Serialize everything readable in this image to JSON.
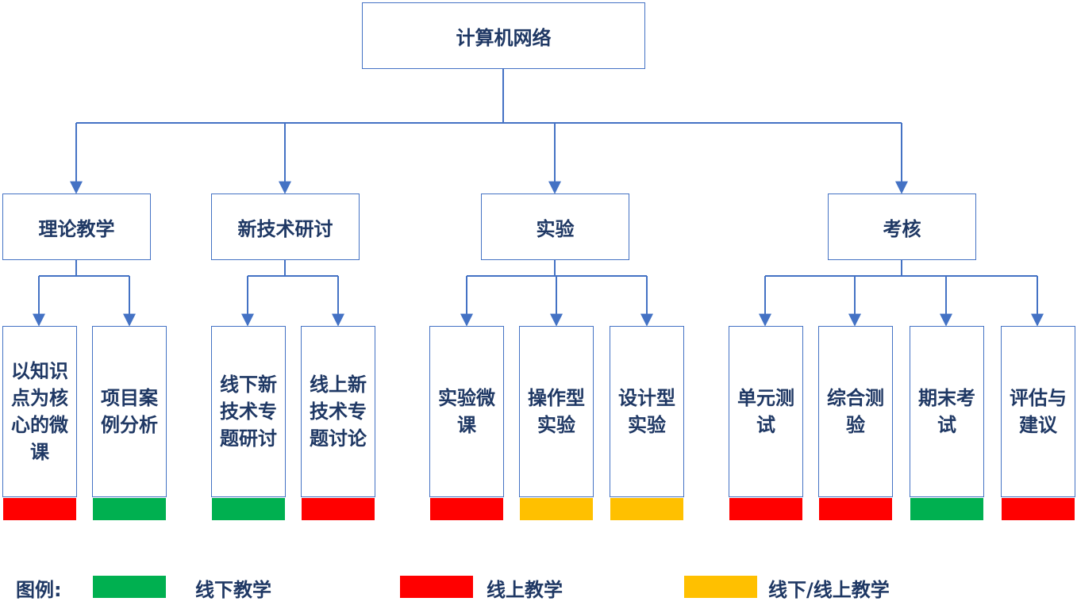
{
  "colors": {
    "online": "#FF0000",
    "offline": "#00B050",
    "blended": "#FFC000",
    "line": "#4472C4",
    "text": "#1F3864"
  },
  "root": {
    "label": "计算机网络"
  },
  "categories": [
    {
      "label": "理论教学"
    },
    {
      "label": "新技术研讨"
    },
    {
      "label": "实验"
    },
    {
      "label": "考核"
    }
  ],
  "leaves": [
    {
      "label": "以知识点为核心的微课",
      "mode": "online"
    },
    {
      "label": "项目案例分析",
      "mode": "offline"
    },
    {
      "label": "线下新技术专题研讨",
      "mode": "offline"
    },
    {
      "label": "线上新技术专题讨论",
      "mode": "online"
    },
    {
      "label": "实验微课",
      "mode": "online"
    },
    {
      "label": "操作型实验",
      "mode": "blended"
    },
    {
      "label": "设计型实验",
      "mode": "blended"
    },
    {
      "label": "单元测试",
      "mode": "online"
    },
    {
      "label": "综合测验",
      "mode": "online"
    },
    {
      "label": "期末考试",
      "mode": "offline"
    },
    {
      "label": "评估与建议",
      "mode": "online"
    }
  ],
  "legend": {
    "title": "图例:",
    "items": [
      {
        "label": "线下教学",
        "mode": "offline"
      },
      {
        "label": "线上教学",
        "mode": "online"
      },
      {
        "label": "线下/线上教学",
        "mode": "blended"
      }
    ]
  }
}
